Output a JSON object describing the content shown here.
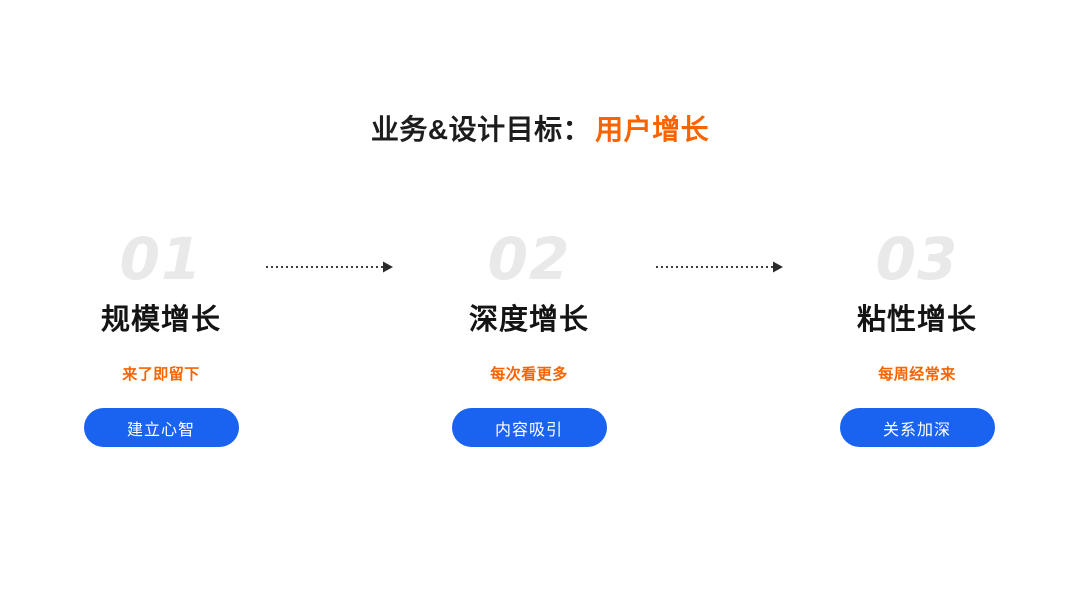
{
  "slide": {
    "background_color": "#FFFFFF",
    "accent_orange": "#FA6400",
    "accent_blue": "#1963F0",
    "number_gray": "#E9E9E9"
  },
  "title": {
    "main": "业务&设计目标：",
    "accent": "用户增长"
  },
  "steps": [
    {
      "number": "01",
      "heading": "规模增长",
      "subtitle": "来了即留下",
      "button_label": "建立心智"
    },
    {
      "number": "02",
      "heading": "深度增长",
      "subtitle": "每次看更多",
      "button_label": "内容吸引"
    },
    {
      "number": "03",
      "heading": "粘性增长",
      "subtitle": "每周经常来",
      "button_label": "关系加深"
    }
  ],
  "connectors": [
    {
      "name": "dotted-arrow-1"
    },
    {
      "name": "dotted-arrow-2"
    }
  ]
}
